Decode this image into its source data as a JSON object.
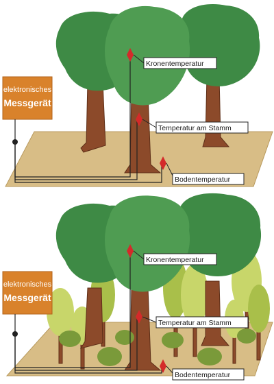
{
  "colors": {
    "ground": "#d8bd86",
    "ground_edge": "#b89a5e",
    "trunk": "#8c4a2a",
    "trunk_dark": "#5e2f18",
    "canopy_dark": "#3e8a45",
    "canopy_mid": "#4f9c52",
    "canopy_yellow": "#c8d66a",
    "canopy_yellow_dark": "#a9bf4a",
    "shrub": "#7a9a3a",
    "device": "#d9822b",
    "device_edge": "#b0621a",
    "label_bg": "#ffffff",
    "label_border": "#222222",
    "sensor_marker": "#d42a2a",
    "wire": "#222222"
  },
  "panels": [
    {
      "id": "open-forest",
      "device": {
        "line1": "elektronisches",
        "line2": "Messgerät"
      },
      "sensors": [
        {
          "id": "crown",
          "label": "Kronentemperatur"
        },
        {
          "id": "trunk",
          "label": "Temperatur am Stamm"
        },
        {
          "id": "soil",
          "label": "Bodentemperatur"
        }
      ]
    },
    {
      "id": "dense-forest",
      "device": {
        "line1": "elektronisches",
        "line2": "Messgerät"
      },
      "sensors": [
        {
          "id": "crown",
          "label": "Kronentemperatur"
        },
        {
          "id": "trunk",
          "label": "Temperatur am Stamm"
        },
        {
          "id": "soil",
          "label": "Bodentemperatur"
        }
      ]
    }
  ]
}
